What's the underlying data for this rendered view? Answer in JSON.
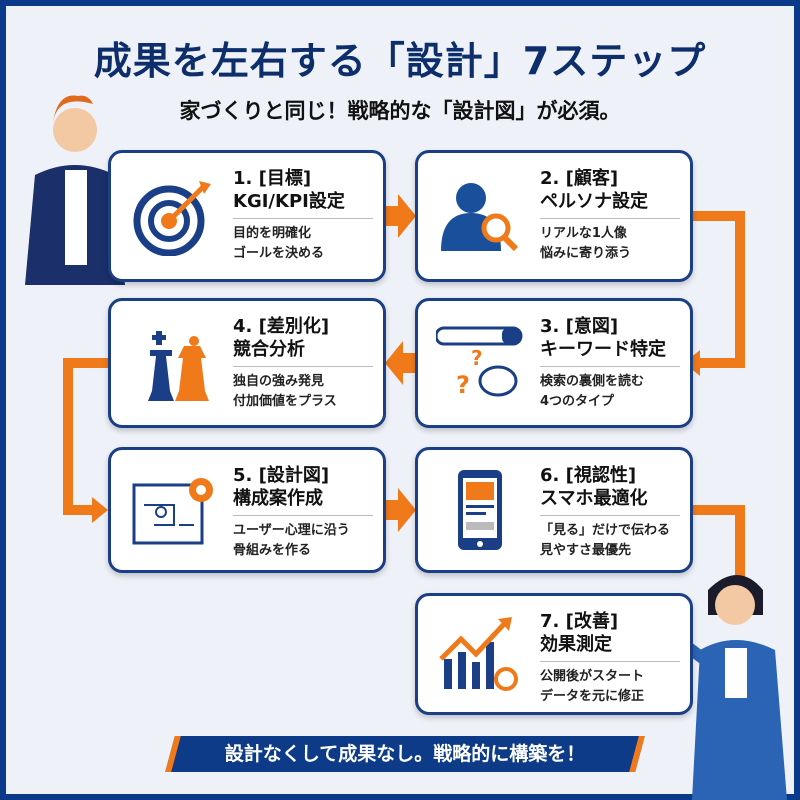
{
  "title": "成果を左右する「設計」7ステップ",
  "subtitle": "家づくりと同じ！戦略的な「設計図」が必須。",
  "steps": [
    {
      "h1": "1. [目標]",
      "h2": "KGI/KPI設定",
      "d1": "目的を明確化",
      "d2": "ゴールを決める",
      "icon": "target-icon"
    },
    {
      "h1": "2. [顧客]",
      "h2": "ペルソナ設定",
      "d1": "リアルな1人像",
      "d2": "悩みに寄り添う",
      "icon": "persona-search-icon"
    },
    {
      "h1": "3. [意図]",
      "h2": "キーワード特定",
      "d1": "検索の裏側を読む",
      "d2": "4つのタイプ",
      "icon": "search-brain-icon"
    },
    {
      "h1": "4. [差別化]",
      "h2": "競合分析",
      "d1": "独自の強み発見",
      "d2": "付加価値をプラス",
      "icon": "chess-icon"
    },
    {
      "h1": "5. [設計図]",
      "h2": "構成案作成",
      "d1": "ユーザー心理に沿う",
      "d2": "骨組みを作る",
      "icon": "blueprint-icon"
    },
    {
      "h1": "6. [視認性]",
      "h2": "スマホ最適化",
      "d1": "「見る」だけで伝わる",
      "d2": "見やすさ最優先",
      "icon": "smartphone-icon"
    },
    {
      "h1": "7. [改善]",
      "h2": "効果測定",
      "d1": "公開後がスタート",
      "d2": "データを元に修正",
      "icon": "growth-chart-icon"
    }
  ],
  "banner": "設計なくして成果なし。戦略的に構築を！",
  "colors": {
    "navy": "#1a3f86",
    "orange": "#f07a1a"
  }
}
